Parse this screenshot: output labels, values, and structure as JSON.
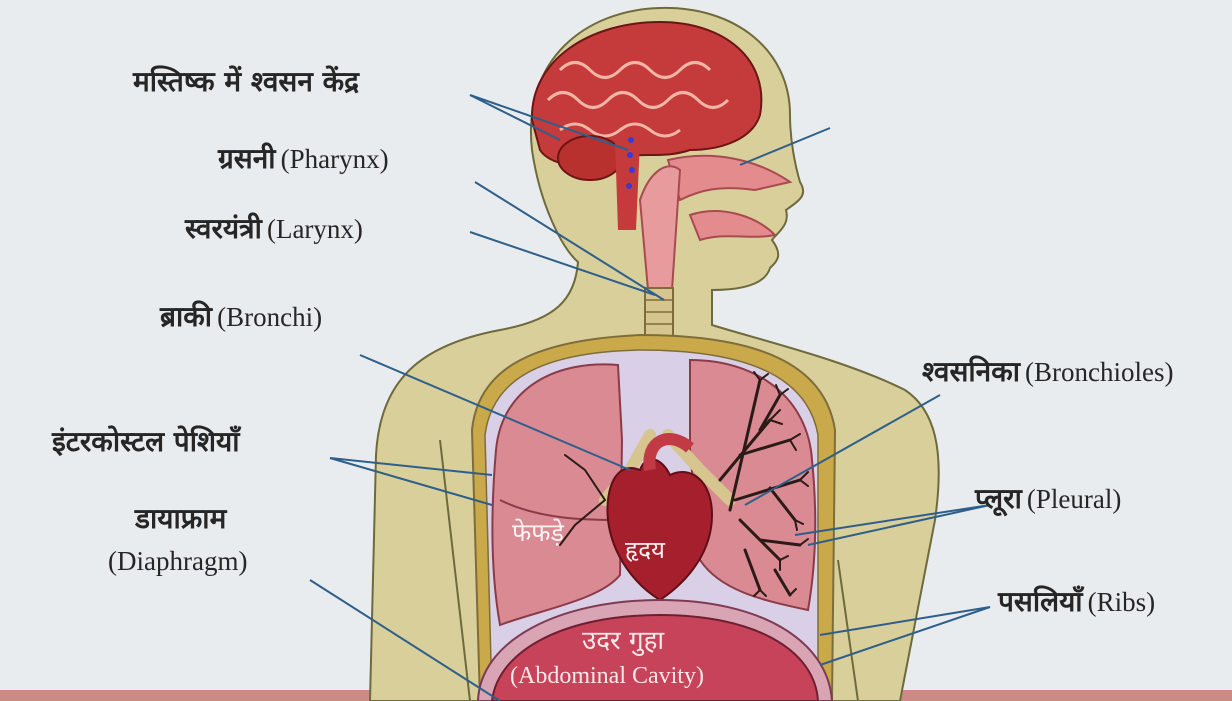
{
  "labels": {
    "brain_centre": "मस्तिष्क में श्वसन केंद्र",
    "pharynx_hi": "ग्रसनी",
    "pharynx_en": "(Pharynx)",
    "larynx_hi": "स्वरयंत्री",
    "larynx_en": "(Larynx)",
    "bronchi_hi": "ब्राकी",
    "bronchi_en": "(Bronchi)",
    "intercostal": "इंटरकोस्टल पेशियाँ",
    "diaphragm_hi": "डायाफ्राम",
    "diaphragm_en": "(Diaphragm)",
    "bronchioles_hi": "श्वसनिका",
    "bronchioles_en": "(Bronchioles)",
    "pleura_hi": "प्लूरा",
    "pleura_en": "(Pleural)",
    "ribs_hi": "पसलियाँ",
    "ribs_en": "(Ribs)"
  },
  "organs": {
    "lungs": "फेफड़े",
    "heart": "हृदय",
    "abdomen_hi": "उदर गुहा",
    "abdomen_en": "(Abdominal Cavity)"
  },
  "colors": {
    "page": "#e9ecef",
    "skin": "#d8cf9b",
    "skin_outline": "#6e6a3c",
    "brain": "#c53a3a",
    "lung": "#d98a93",
    "lung_dark": "#b8606d",
    "pleura": "#d9cfe6",
    "rib_band": "#caa94a",
    "heart": "#a51f2c",
    "abdomen": "#c7435a",
    "bronchiole": "#2b1a16",
    "leader_line": "#2e5f8a"
  }
}
